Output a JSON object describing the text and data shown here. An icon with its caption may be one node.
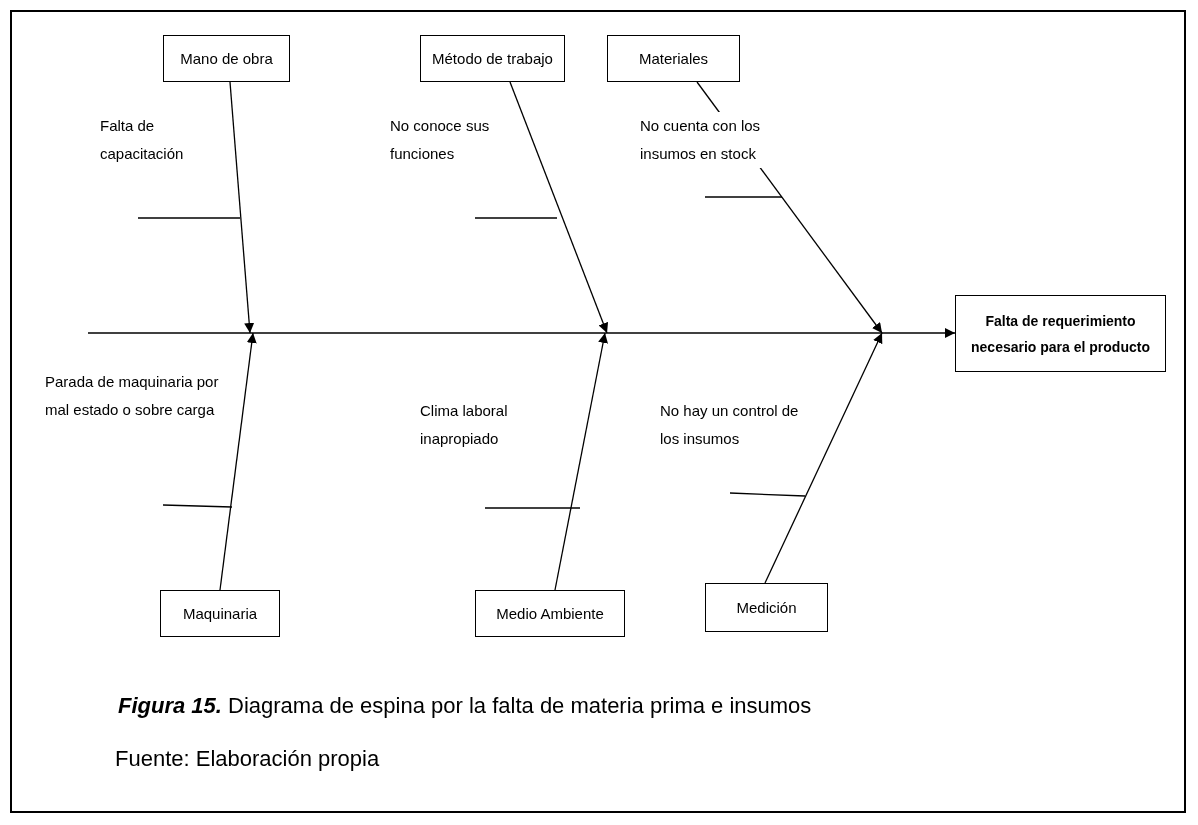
{
  "diagram": {
    "caption": "**Figura 15.** Diagrama de espina por la falta de materia prima e insumos",
    "nodes": [
      {
        "text": [
          "Mano de obra"
        ]
      },
      {
        "text": [
          "Método de trabajo"
        ]
      },
      {
        "text": [
          "Materiales"
        ]
      },
      {
        "text": [
          "Falta de requerimiento necesario para el producto"
        ]
      },
      {
        "text": [
          "Maquinaria"
        ]
      },
      {
        "text": [
          "Medio Ambiente"
        ]
      },
      {
        "text": [
          "Medición"
        ]
      }
    ],
    "edges": [
      {
        "from": 0,
        "to": null,
        "arrow": "to"
      },
      {
        "from": 1,
        "to": null,
        "arrow": "to"
      },
      {
        "from": 2,
        "to": null,
        "arrow": "to"
      },
      {
        "from": null,
        "to": 3,
        "arrow": "to"
      },
      {
        "from": 4,
        "to": null,
        "arrow": "to"
      },
      {
        "from": 5,
        "to": null,
        "arrow": "to"
      },
      {
        "from": 6,
        "to": null,
        "arrow": "to"
      }
    ],
    "labels": [
      "Falta de capacitación",
      "No conoce sus funciones",
      "No cuenta con los insumos en stock",
      "Parada de maquinaria por mal estado o sobre carga",
      "Clima laboral inapropiado",
      "No hay un control de los insumos",
      "Fuente: Elaboración propia"
    ]
  }
}
